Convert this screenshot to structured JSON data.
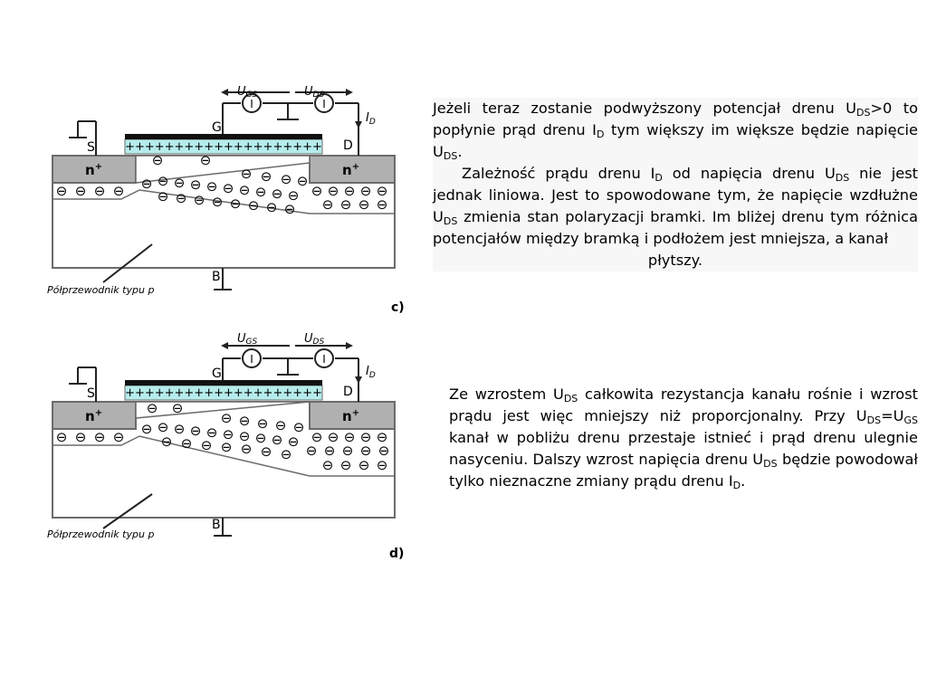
{
  "figures": [
    {
      "id": "c",
      "panel_label": "c)",
      "ugs_main": "U",
      "ugs_sub": "GS",
      "uds_main": "U",
      "uds_sub": "DS",
      "id_main": "I",
      "id_sub": "D",
      "source": "S",
      "gate": "G",
      "drain": "D",
      "bulk": "B",
      "n_plus": "n",
      "n_plus_sup": "+",
      "ammeter": "I",
      "plus_row": "++++++++++++++++++++",
      "electron": "⊖",
      "substrate_label": "Półprzewodnik typu p"
    },
    {
      "id": "d",
      "panel_label": "d)",
      "ugs_main": "U",
      "ugs_sub": "GS",
      "uds_main": "U",
      "uds_sub": "DS",
      "id_main": "I",
      "id_sub": "D",
      "source": "S",
      "gate": "G",
      "drain": "D",
      "bulk": "B",
      "n_plus": "n",
      "n_plus_sup": "+",
      "ammeter": "I",
      "plus_row": "++++++++++++++++++++",
      "electron": "⊖",
      "substrate_label": "Półprzewodnik typu p"
    }
  ],
  "text_c": {
    "p1": [
      {
        "t": "Jeżeli teraz zostanie podwyższony potencjał drenu U"
      },
      {
        "sub": "DS"
      },
      {
        "t": ">0 to popłynie prąd drenu I"
      },
      {
        "sub": "D"
      },
      {
        "t": " tym większy im większe będzie napięcie U"
      },
      {
        "sub": "DS"
      },
      {
        "t": "."
      }
    ],
    "p2": [
      {
        "t": "Zależność prądu drenu I"
      },
      {
        "sub": "D"
      },
      {
        "t": " od napięcia drenu U"
      },
      {
        "sub": "DS"
      },
      {
        "t": " nie jest jednak liniowa. Jest to spowodowane tym, że napięcie wzdłużne U"
      },
      {
        "sub": "DS"
      },
      {
        "t": " zmienia stan polaryzacji bramki. Im bliżej drenu tym różnica potencjałów między bramką i podłożem jest mniejsza, a kanał"
      }
    ],
    "p3": "płytszy."
  },
  "text_d": {
    "p1": [
      {
        "t": "Ze wzrostem U"
      },
      {
        "sub": "DS"
      },
      {
        "t": " całkowita rezystancja kanału rośnie i wzrost prądu jest więc mniejszy niż proporcjonalny. Przy U"
      },
      {
        "sub": "DS"
      },
      {
        "t": "=U"
      },
      {
        "sub": "GS"
      },
      {
        "t": " kanał w pobliżu drenu przestaje istnieć i prąd drenu ulegnie nasyceniu. Dalszy wzrost napięcia drenu U"
      },
      {
        "sub": "DS"
      },
      {
        "t": " będzie powodował tylko nieznaczne zmiany prądu drenu I"
      },
      {
        "sub": "D"
      },
      {
        "t": "."
      }
    ]
  },
  "colors": {
    "oxide": "#b6ecec",
    "n_plus_region": "#b0b0b0",
    "outline": "#6b6b6b",
    "gate_metal": "#111111"
  }
}
